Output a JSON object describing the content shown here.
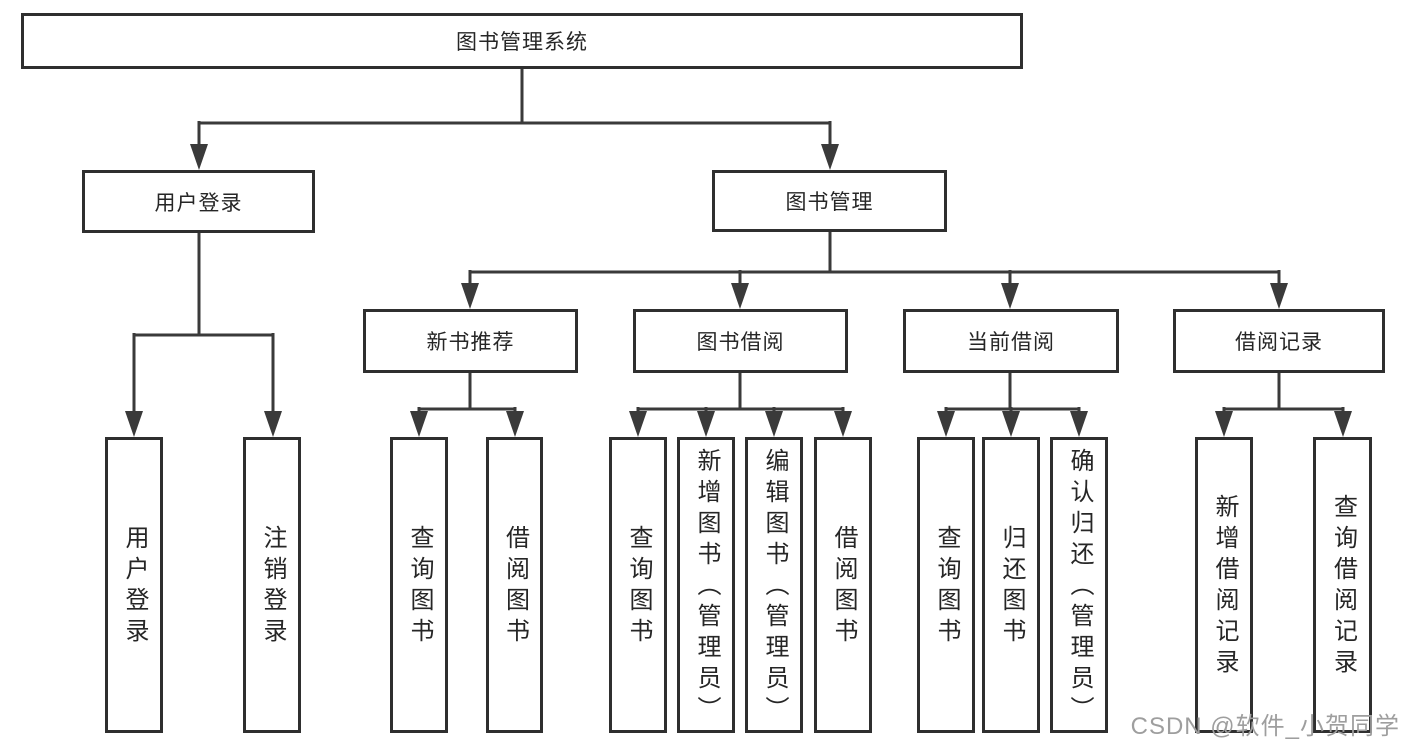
{
  "diagram": {
    "root": {
      "label": "图书管理系统"
    },
    "branches": [
      {
        "label": "用户登录",
        "children": [
          {
            "label": "用户登录"
          },
          {
            "label": "注销登录"
          }
        ]
      },
      {
        "label": "图书管理",
        "children": [
          {
            "label": "新书推荐",
            "children": [
              {
                "label": "查询图书"
              },
              {
                "label": "借阅图书"
              }
            ]
          },
          {
            "label": "图书借阅",
            "children": [
              {
                "label": "查询图书"
              },
              {
                "label": "新增图书（管理员）"
              },
              {
                "label": "编辑图书（管理员）"
              },
              {
                "label": "借阅图书"
              }
            ]
          },
          {
            "label": "当前借阅",
            "children": [
              {
                "label": "查询图书"
              },
              {
                "label": "归还图书"
              },
              {
                "label": "确认归还（管理员）"
              }
            ]
          },
          {
            "label": "借阅记录",
            "children": [
              {
                "label": "新增借阅记录"
              },
              {
                "label": "查询借阅记录"
              }
            ]
          }
        ]
      }
    ]
  },
  "watermark": {
    "text": "CSDN @软件_小贺同学"
  },
  "colors": {
    "line": "#3a3a3a",
    "box_border": "#2f2f2f",
    "text": "#262626",
    "watermark": "#9e9e9e",
    "background": "#ffffff"
  }
}
